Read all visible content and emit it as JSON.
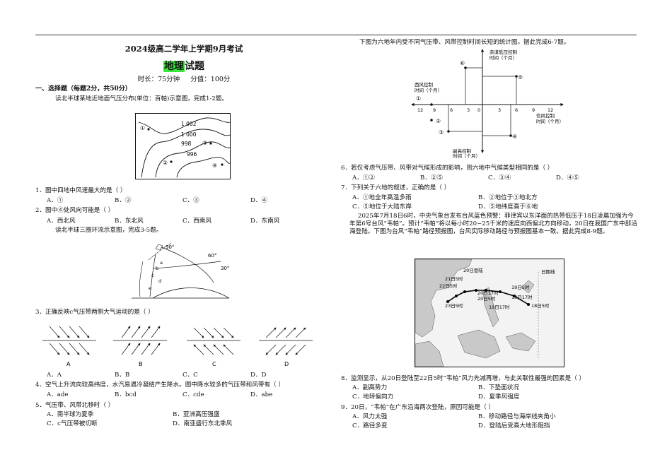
{
  "exam_title": "2024级高二学年上学期9月考试",
  "subject": {
    "highlight": "地理",
    "rest": "试题"
  },
  "meta": {
    "time": "时长：75分钟",
    "score": "分值：100分"
  },
  "section1": "一、选择题（每题2分，共50分）",
  "intro_1_2": "读北半球某地近地面气压分布(单位：百帕)示意图，完成1-2题。",
  "isobar_labels": [
    "1 002",
    "1 000",
    "998",
    "996"
  ],
  "points": [
    "①",
    "②",
    "③",
    "④"
  ],
  "q1": {
    "stem": "1．图中四地中风速最大的是（   ）",
    "opts": [
      "A．①",
      "B．②",
      "C．③",
      "D．④"
    ]
  },
  "q2": {
    "stem": "2．图中④处风向可能是（   ）",
    "opts": [
      "A．西北风",
      "B．东北风",
      "C．西南风",
      "D．东南风"
    ]
  },
  "intro_3_5": "读北半球三圈环流示意图，完成3-5题。",
  "circ_labels": {
    "lat90": "90°",
    "lat60": "60°",
    "lat30": "30°",
    "a": "a",
    "b": "b",
    "c": "c",
    "d": "d",
    "e": "e"
  },
  "q3": {
    "stem": "3．正确反映c气压带两侧大气运动的是（   ）",
    "labels": [
      "A",
      "B",
      "C",
      "D"
    ],
    "opts": [
      "A．A",
      "B．B",
      "C．C",
      "D．D"
    ]
  },
  "q4": {
    "stem": "4．空气上升流向较高纬度，水汽易遇冷凝结产生降水。图中降水较多的气压带和风带有（   ）",
    "opts": [
      "A．ade",
      "B．bcd",
      "C．cde",
      "D．abe"
    ]
  },
  "q5": {
    "stem": "5．气压带、风带北移时（   ）",
    "opts": [
      "A．南半球为夏季",
      "B．亚洲高压强盛",
      "C．c气压带被切断",
      "D．南亚盛行东北季风"
    ]
  },
  "intro_6_7": "下图为六地年内受不同气压带、风带控制时间长短的统计图。据此完成6-7题。",
  "axis_labels": {
    "top": [
      "赤道低压控制",
      "时间（个月）"
    ],
    "left": [
      "西风控制",
      "时间（个月）"
    ],
    "right": [
      "信风控制",
      "时间（个月）"
    ],
    "bottom": [
      "副高控制",
      "时间（个月）"
    ]
  },
  "axis_ticks": [
    "12",
    "9",
    "6",
    "3",
    "0",
    "3",
    "6",
    "9",
    "12"
  ],
  "sites": [
    "①",
    "②",
    "③",
    "④",
    "⑤",
    "⑥"
  ],
  "q6": {
    "stem": "6．若仅考虑气压带、风带对气候形成的影响，则六地中气候类型相同的是（   ）",
    "opts": [
      "A．①②",
      "B．②⑤",
      "C．③④",
      "D．④⑤"
    ]
  },
  "q7": {
    "stem": "7．下列关于六地的叙述，正确的是（   ）",
    "opts": [
      "A．①地全年高温多雨",
      "B．②地位于③地北方",
      "C．⑤地位于大陆东岸",
      "D．⑤地纬度高于⑥地"
    ]
  },
  "intro_8_9": "2025年7月18日6时，中央气象台发布台风蓝色预警：菲律宾以东洋面的热带低压于18日凌晨加强为今年第6号台风“韦帕”。预计“韦帕”将以每小时20~25千米的速度向西偏北方向移动，20日在我国广东中部沿海登陆。下图为台风“韦帕”路径预报图，台风实际移动路径与预报图基本一致。据此完成8-9题。",
  "map_labels": {
    "dateline": "日期线",
    "t1": "20日登陆",
    "t2": "21日5时",
    "t3": "22日5时",
    "t4": "20日5时",
    "t5": "19日5时",
    "t6": "19日17时",
    "t7": "18日17时",
    "t8": "18日5时",
    "t9": "23日5时",
    "t10": "20日17时"
  },
  "q8": {
    "stem": "8．监测显示，从20日登陆至22日5时“韦帕”风力先减再增，与此关联性最强的因素是（   ）",
    "opts": [
      "A．副高势力",
      "B．下垫面状况",
      "C．地转偏向力",
      "D．夏季风强度"
    ]
  },
  "q9": {
    "stem": "9．20日，“韦帕”在广东沿海两次登陆，原因可能是（   ）",
    "opts": [
      "A．风力太强",
      "B．移动路径与海岸线夹角小",
      "C．路径多变",
      "D．登陆后受高大地形阻挡"
    ]
  }
}
